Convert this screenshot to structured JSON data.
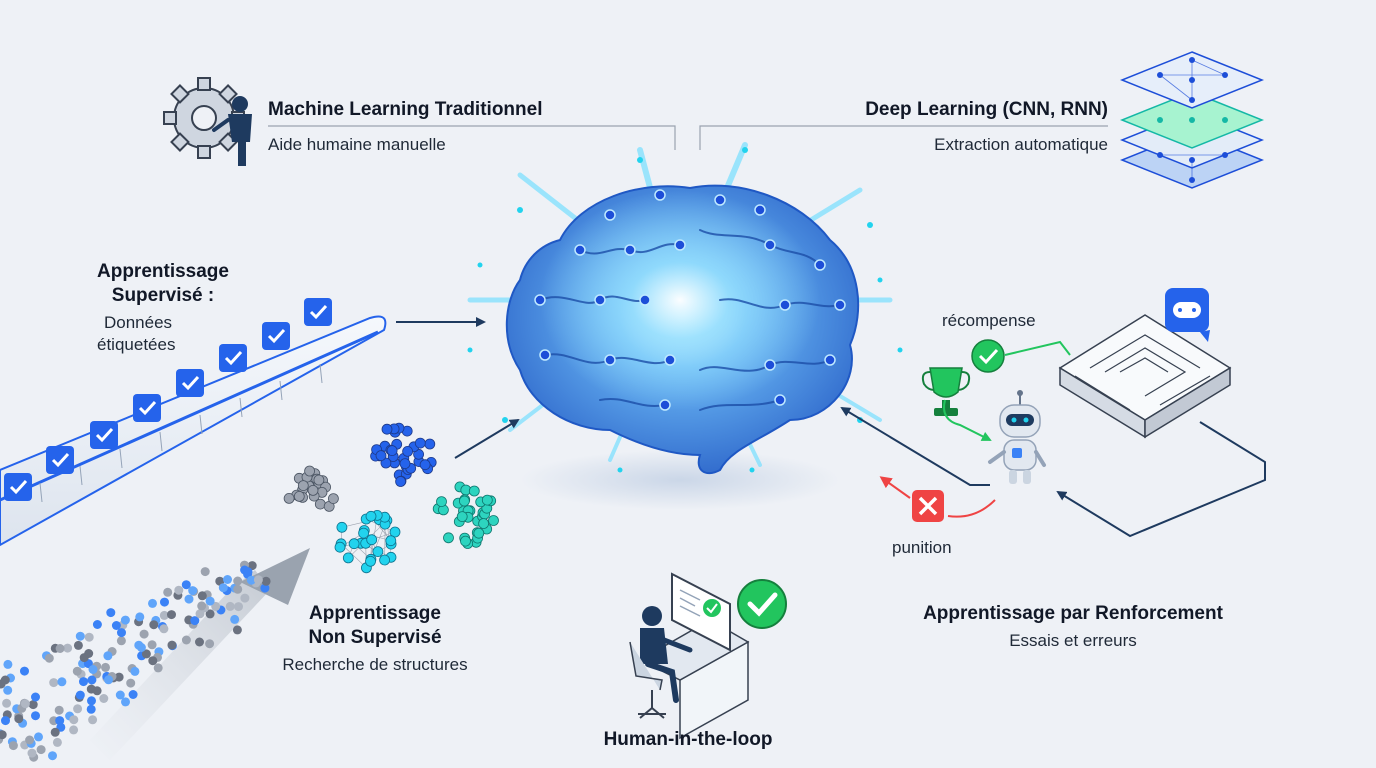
{
  "traditional_ml": {
    "title": "Machine Learning Traditionnel",
    "subtitle": "Aide humaine manuelle"
  },
  "deep_learning": {
    "title": "Deep Learning (CNN, RNN)",
    "subtitle": "Extraction automatique"
  },
  "supervised": {
    "title_line1": "Apprentissage",
    "title_line2": "Supervisé :",
    "subtitle_line1": "Données",
    "subtitle_line2": "étiquetées"
  },
  "unsupervised": {
    "title_line1": "Apprentissage",
    "title_line2": "Non Supervisé",
    "subtitle": "Recherche de structures"
  },
  "reinforcement": {
    "title": "Apprentissage par Renforcement",
    "subtitle": "Essais et erreurs",
    "reward_label": "récompense",
    "punishment_label": "punition"
  },
  "human_in_the_loop": {
    "title": "Human-in-the-loop"
  },
  "colors": {
    "background": "#eef1f6",
    "brain_blue": "#3b82f6",
    "glow_cyan": "#22d3ee",
    "arrow_navy": "#1e3a5f",
    "reward_green": "#22c55e",
    "punishment_red": "#ef4444",
    "check_blue": "#2563eb"
  }
}
